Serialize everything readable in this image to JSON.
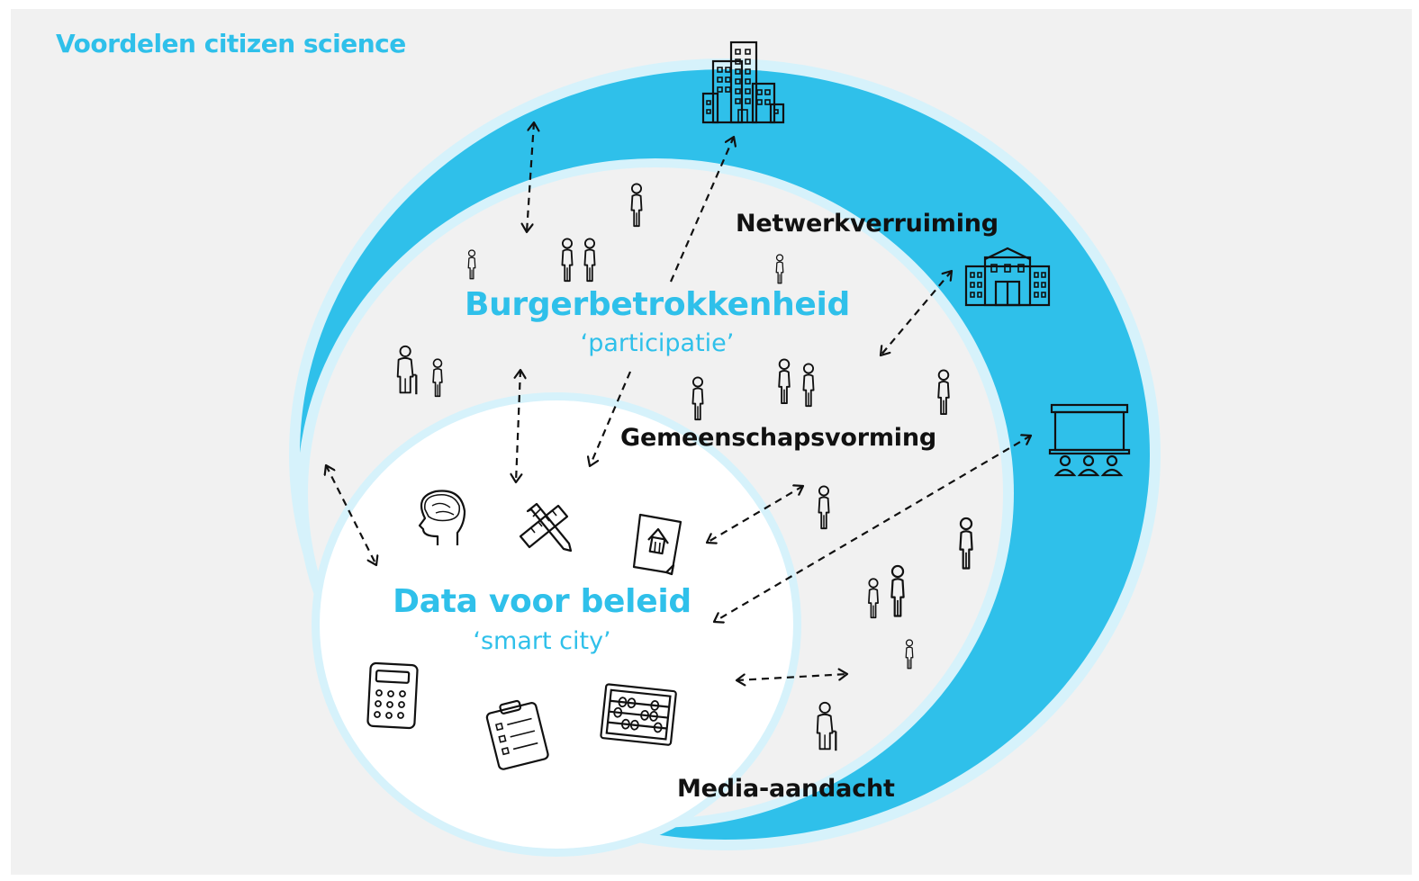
{
  "title": "Voordelen citizen science",
  "circles": {
    "outer": {
      "label": "Burgerbetrokkenheid",
      "sublabel": "‘participatie’"
    },
    "inner": {
      "label": "Data voor beleid",
      "sublabel": "‘smart city’"
    }
  },
  "benefits": {
    "network": "Netwerkverruiming",
    "community": "Gemeenschapsvorming",
    "media": "Media-aandacht"
  },
  "colors": {
    "accent": "#2fc0ea",
    "ring_light": "#d6f2fb",
    "background": "#f1f1f1",
    "ink": "#111111"
  },
  "icons": [
    "city-buildings-icon",
    "town-hall-icon",
    "presentation-audience-icon",
    "brain-head-icon",
    "pencil-ruler-icon",
    "house-document-icon",
    "calculator-icon",
    "clipboard-checklist-icon",
    "abacus-icon",
    "person-icon"
  ]
}
